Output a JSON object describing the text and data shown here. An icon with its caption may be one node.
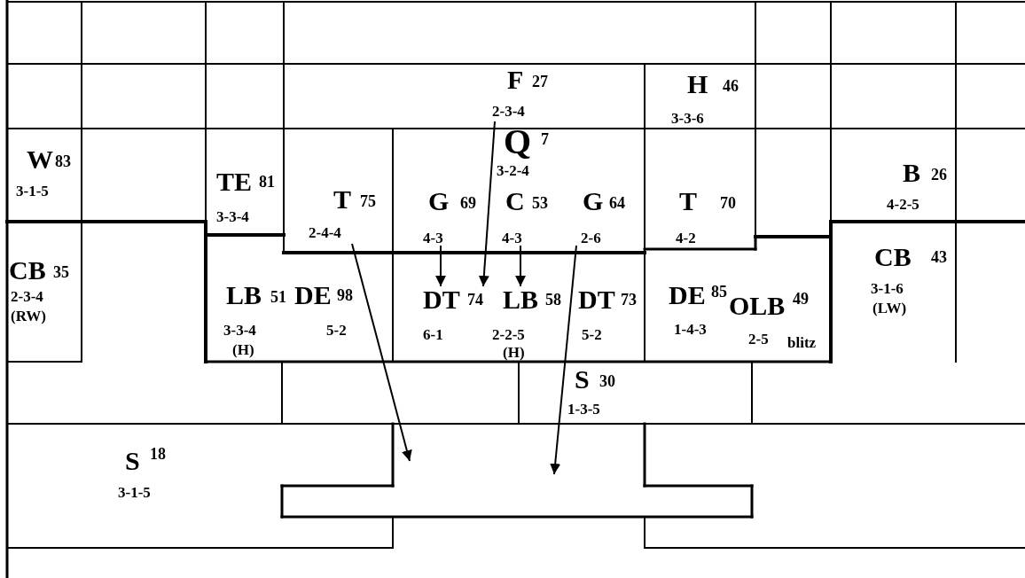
{
  "diagram": {
    "nodes": [
      {
        "text": [
          "F",
          "27",
          "2-3-4"
        ]
      },
      {
        "text": [
          "H",
          "46",
          "3-3-6"
        ]
      },
      {
        "text": [
          "Q",
          "7",
          "3-2-4"
        ]
      },
      {
        "text": [
          "W",
          "83",
          "3-1-5"
        ]
      },
      {
        "text": [
          "B",
          "26",
          "4-2-5"
        ]
      },
      {
        "text": [
          "TE",
          "81",
          "3-3-4"
        ]
      },
      {
        "text": [
          "T",
          "75",
          "2-4-4"
        ]
      },
      {
        "text": [
          "G",
          "69",
          "4-3"
        ]
      },
      {
        "text": [
          "C",
          "53",
          "4-3"
        ]
      },
      {
        "text": [
          "G",
          "64",
          "2-6"
        ]
      },
      {
        "text": [
          "T",
          "70",
          "4-2"
        ]
      },
      {
        "text": [
          "CB",
          "35",
          "2-3-4",
          "(RW)"
        ]
      },
      {
        "text": [
          "CB",
          "43",
          "3-1-6",
          "(LW)"
        ]
      },
      {
        "text": [
          "LB",
          "51",
          "3-3-4",
          "(H)"
        ]
      },
      {
        "text": [
          "DE",
          "98",
          "5-2"
        ]
      },
      {
        "text": [
          "DT",
          "74",
          "6-1"
        ]
      },
      {
        "text": [
          "LB",
          "58",
          "2-2-5",
          "(H)"
        ]
      },
      {
        "text": [
          "DT",
          "73",
          "5-2"
        ]
      },
      {
        "text": [
          "DE",
          "85",
          "1-4-3"
        ]
      },
      {
        "text": [
          "OLB",
          "49",
          "2-5",
          "blitz"
        ]
      },
      {
        "text": [
          "S",
          "30",
          "1-3-5"
        ]
      },
      {
        "text": [
          "S",
          "18",
          "3-1-5"
        ]
      }
    ],
    "edges": [
      {
        "from": 0,
        "to": 15,
        "arrow": "to"
      },
      {
        "from": 7,
        "to": 15,
        "arrow": "to"
      },
      {
        "from": 8,
        "to": 16,
        "arrow": "to"
      },
      {
        "from": 6,
        "to": null,
        "arrow": "to"
      },
      {
        "from": 9,
        "to": null,
        "arrow": "to"
      }
    ]
  }
}
